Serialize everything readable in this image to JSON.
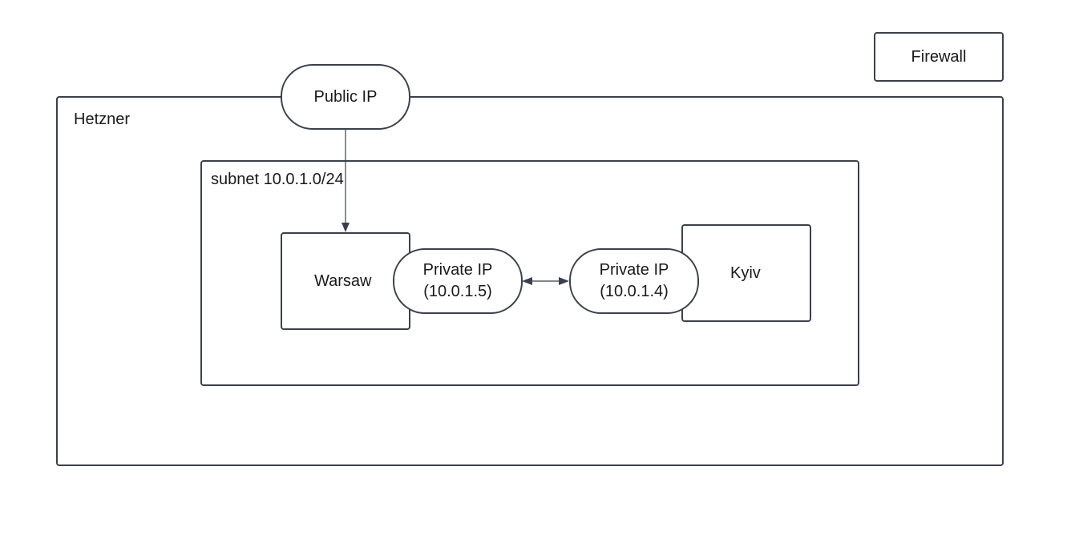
{
  "firewall": {
    "label": "Firewall"
  },
  "hetzner": {
    "label": "Hetzner"
  },
  "public_ip": {
    "label": "Public IP"
  },
  "subnet": {
    "label": "subnet 10.0.1.0/24"
  },
  "warsaw": {
    "label": "Warsaw",
    "private_ip_label": "Private IP",
    "private_ip_address": "(10.0.1.5)"
  },
  "kyiv": {
    "label": "Kyiv",
    "private_ip_label": "Private IP",
    "private_ip_address": "(10.0.1.4)"
  },
  "colors": {
    "stroke": "#3a414a",
    "background": "#ffffff",
    "text": "#1a1a1a"
  }
}
